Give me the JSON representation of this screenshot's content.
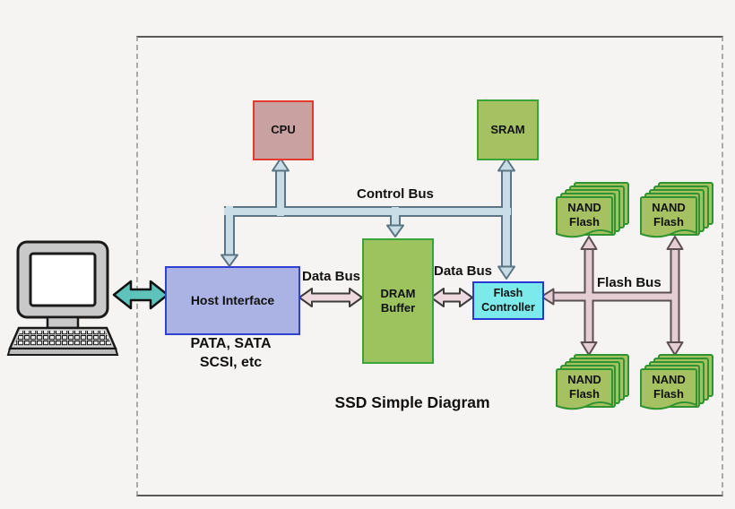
{
  "title": "SSD Simple Diagram",
  "nodes": {
    "cpu": {
      "label": "CPU"
    },
    "sram": {
      "label": "SRAM"
    },
    "host_interface": {
      "label": "Host Interface",
      "sublabel_line1": "PATA, SATA",
      "sublabel_line2": "SCSI, etc"
    },
    "dram_buffer": {
      "line1": "DRAM",
      "line2": "Buffer"
    },
    "flash_controller": {
      "line1": "Flash",
      "line2": "Controller"
    },
    "nand_flash": {
      "line1": "NAND",
      "line2": "Flash"
    }
  },
  "buses": {
    "control_bus": {
      "label": "Control Bus",
      "fill": "#c9dde6",
      "edge": "#5b7585"
    },
    "data_bus_left": {
      "label": "Data Bus",
      "fill": "#eedade",
      "edge": "#3c3c3c"
    },
    "data_bus_right": {
      "label": "Data Bus",
      "fill": "#eedade",
      "edge": "#3c3c3c"
    },
    "flash_bus": {
      "label": "Flash Bus",
      "fill": "#e4ced4",
      "edge": "#5a4e53"
    },
    "host_link": {
      "fill": "#5ec3bb",
      "edge": "#111111"
    }
  },
  "colors": {
    "cpu_fill": "#c9a1a1",
    "cpu_border": "#e23a2c",
    "ram_fill": "#a6c162",
    "ram_border": "#3aa33a",
    "host_fill": "#aab3e3",
    "host_border": "#3240cf",
    "flash_controller_fill": "#7ceaea",
    "flash_controller_border": "#2738d3",
    "background": "#f5f4f2"
  }
}
